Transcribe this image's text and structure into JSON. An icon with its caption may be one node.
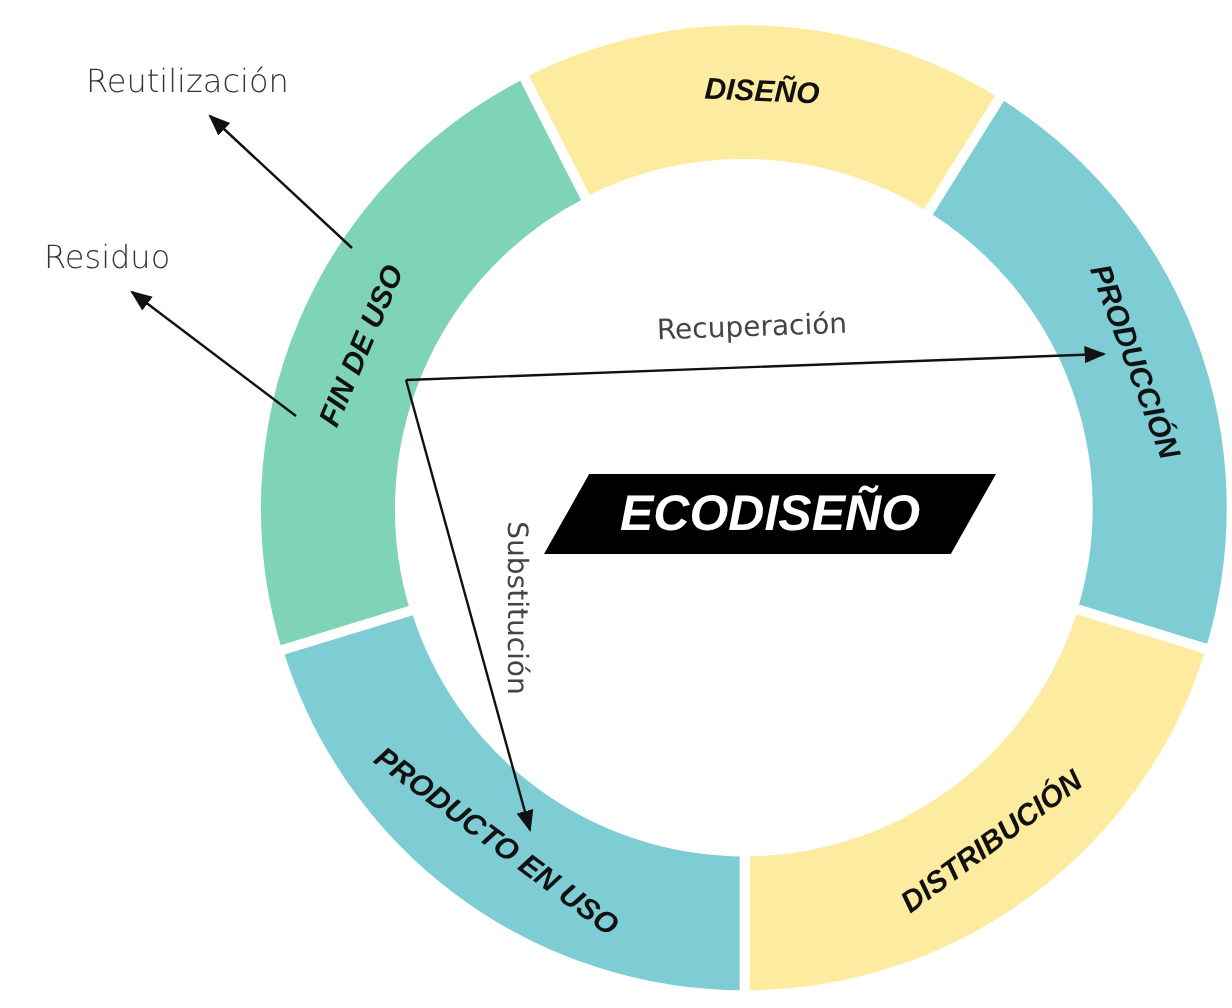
{
  "diagram": {
    "nodes": [
      {
        "text": [
          "DISEÑO"
        ]
      },
      {
        "text": [
          "PRODUCCIÓN"
        ]
      },
      {
        "text": [
          "DISTRIBUCIÓN"
        ]
      },
      {
        "text": [
          "PRODUCTO EN USO"
        ]
      },
      {
        "text": [
          "FIN DE USO"
        ]
      },
      {
        "text": [
          "ECODISEÑO"
        ]
      },
      {
        "text": [
          "Reutilización"
        ]
      },
      {
        "text": [
          "Residuo"
        ]
      }
    ],
    "edges": [
      {
        "from": 4,
        "to": 6,
        "arrow": "to"
      },
      {
        "from": 4,
        "to": 7,
        "arrow": "to"
      },
      {
        "from": 4,
        "to": 1,
        "arrow": "to",
        "label": "Recuperación"
      },
      {
        "from": 4,
        "to": 3,
        "arrow": "to",
        "label": "Substitución"
      }
    ]
  }
}
